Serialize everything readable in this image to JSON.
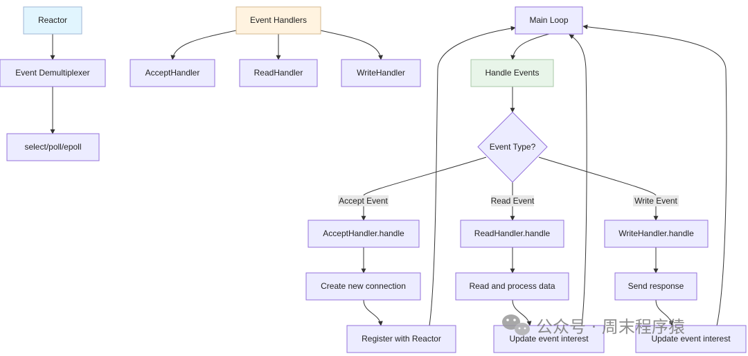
{
  "colors": {
    "node_fill": "#ECECFF",
    "node_stroke": "#9370DB",
    "reactor_fill": "#E1F5FE",
    "reactor_stroke": "#9FB6D6",
    "handlers_fill": "#FFF3E0",
    "handlers_stroke": "#D6B98F",
    "handle_events_fill": "#E8F5E9",
    "handle_events_stroke": "#A8C8A8",
    "edge": "#333333",
    "label_bg": "#E8E8E8"
  },
  "nodes": {
    "reactor": "Reactor",
    "event_demultiplexer": "Event Demultiplexer",
    "select_poll_epoll": "select/poll/epoll",
    "event_handlers": "Event Handlers",
    "accept_handler": "AcceptHandler",
    "read_handler": "ReadHandler",
    "write_handler": "WriteHandler",
    "main_loop": "Main Loop",
    "handle_events": "Handle Events",
    "event_type": "Event Type?",
    "accept_handle": "AcceptHandler.handle",
    "read_handle": "ReadHandler.handle",
    "write_handle": "WriteHandler.handle",
    "create_connection": "Create new connection",
    "read_process": "Read and process data",
    "send_response": "Send response",
    "register_reactor": "Register with Reactor",
    "update_interest_1": "Update event interest",
    "update_interest_2": "Update event interest"
  },
  "edge_labels": {
    "accept_event": "Accept Event",
    "read_event": "Read Event",
    "write_event": "Write Event"
  },
  "watermark": {
    "icon": "wechat-icon",
    "text": "公众号 · 周末程序猿"
  }
}
